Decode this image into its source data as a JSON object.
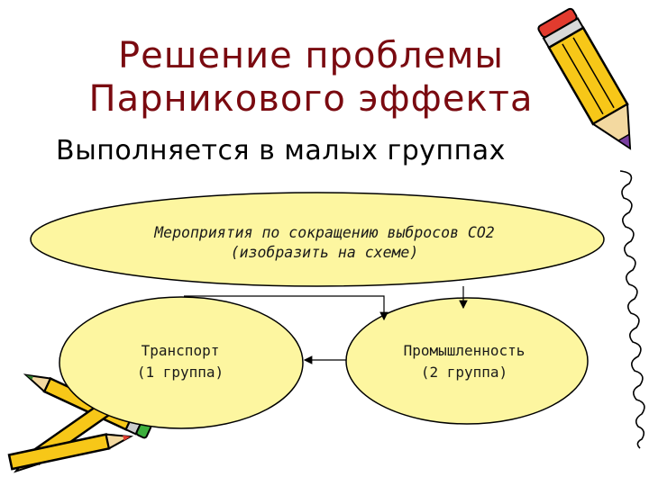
{
  "title": {
    "line1": "Решение проблемы",
    "line2": "Парникового эффекта"
  },
  "subtitle": "Выполняется в малых группах",
  "diagram": {
    "main_node": {
      "line1": "Мероприятия по сокращению выбросов СО2",
      "line2": "(изобразить на схеме)"
    },
    "left_node": {
      "line1": "Транспорт",
      "line2": "(1 группа)"
    },
    "right_node": {
      "line1": "Промышленность",
      "line2": "(2 группа)"
    }
  },
  "decorations": {
    "top_right": "pencil-icon",
    "bottom_left": "pencils-icon",
    "right_edge": "spiral-binding"
  },
  "colors": {
    "title": "#7a0a10",
    "oval_fill": "#fdf6a0",
    "pencil_body": "#f7c718",
    "pencil_tip": "#7a3fa0"
  }
}
